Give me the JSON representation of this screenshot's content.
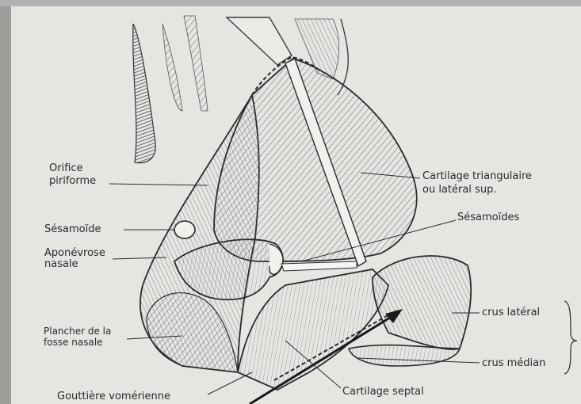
{
  "labels": {
    "orifice": "Orifice",
    "piriforme": "piriforme",
    "cart_tri_1": "Cartilage triangulaire",
    "cart_tri_2": "ou latéral sup.",
    "sesamoides": "Sésamoïdes",
    "sesamoide": "Sésamoïde",
    "aponevrose_1": "Aponévrose",
    "aponevrose_2": "nasale",
    "crus_lateral": "crus latéral",
    "plancher_1": "Plancher de la",
    "plancher_2": "fosse nasale",
    "crus_median": "crus médian",
    "gouttiere": "Gouttière vomérienne",
    "cart_septal": "Cartilage septal"
  },
  "colors": {
    "paper": "#e6e5e2",
    "ink": "#2a2a2a",
    "line": "#3a3a3a"
  }
}
